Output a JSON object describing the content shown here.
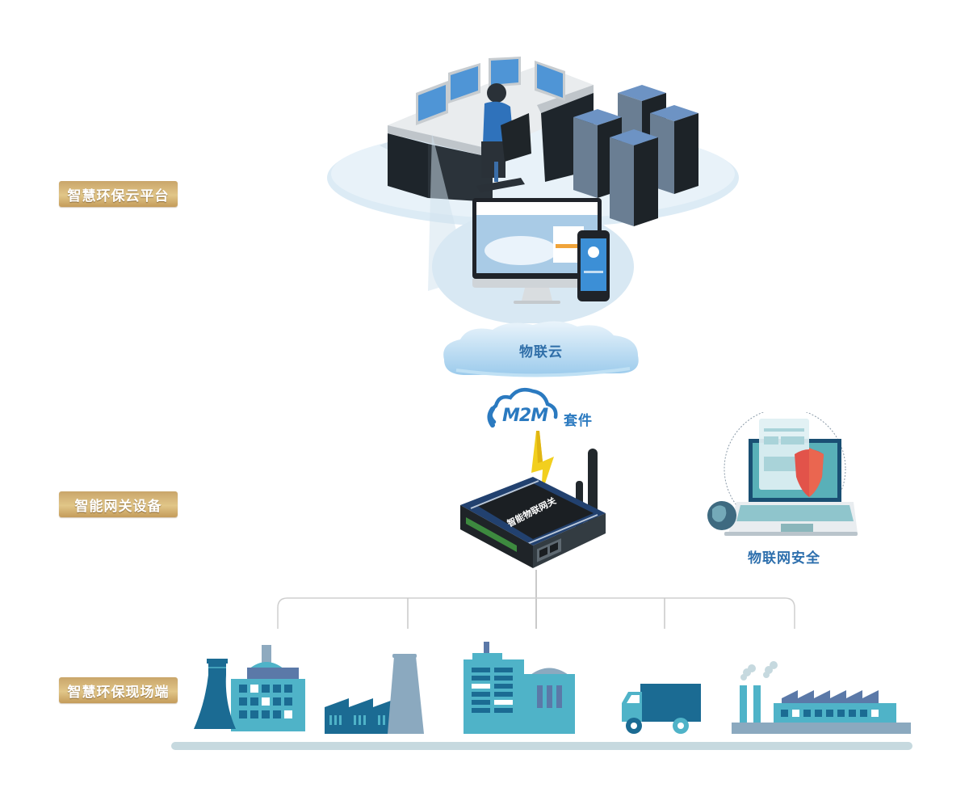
{
  "tiers": [
    {
      "id": "platform",
      "label": "智慧环保云平台"
    },
    {
      "id": "gateway",
      "label": "智能网关设备"
    },
    {
      "id": "field",
      "label": "智慧环保现场端"
    }
  ],
  "cloud": {
    "label": "物联云"
  },
  "m2m": {
    "logo_text": "M2M",
    "suffix": "套件"
  },
  "gateway_device": {
    "top_text": "智能物联网关"
  },
  "security": {
    "label": "物联网安全"
  },
  "field_sites": [
    {
      "id": "power-plant",
      "name": "power-plant"
    },
    {
      "id": "factory-chimney",
      "name": "factory-with-cooling-tower"
    },
    {
      "id": "office-building",
      "name": "office-building"
    },
    {
      "id": "truck",
      "name": "truck"
    },
    {
      "id": "smoking-factory",
      "name": "factory-with-smokestacks"
    }
  ],
  "colors": {
    "gold": "#d4b272",
    "label_blue": "#2d6fad",
    "teal": "#4fb3c8",
    "dark_teal": "#1b6b93",
    "slate": "#5b79a8",
    "grey_blue": "#8ba9bf",
    "ground": "#c6d9df"
  }
}
